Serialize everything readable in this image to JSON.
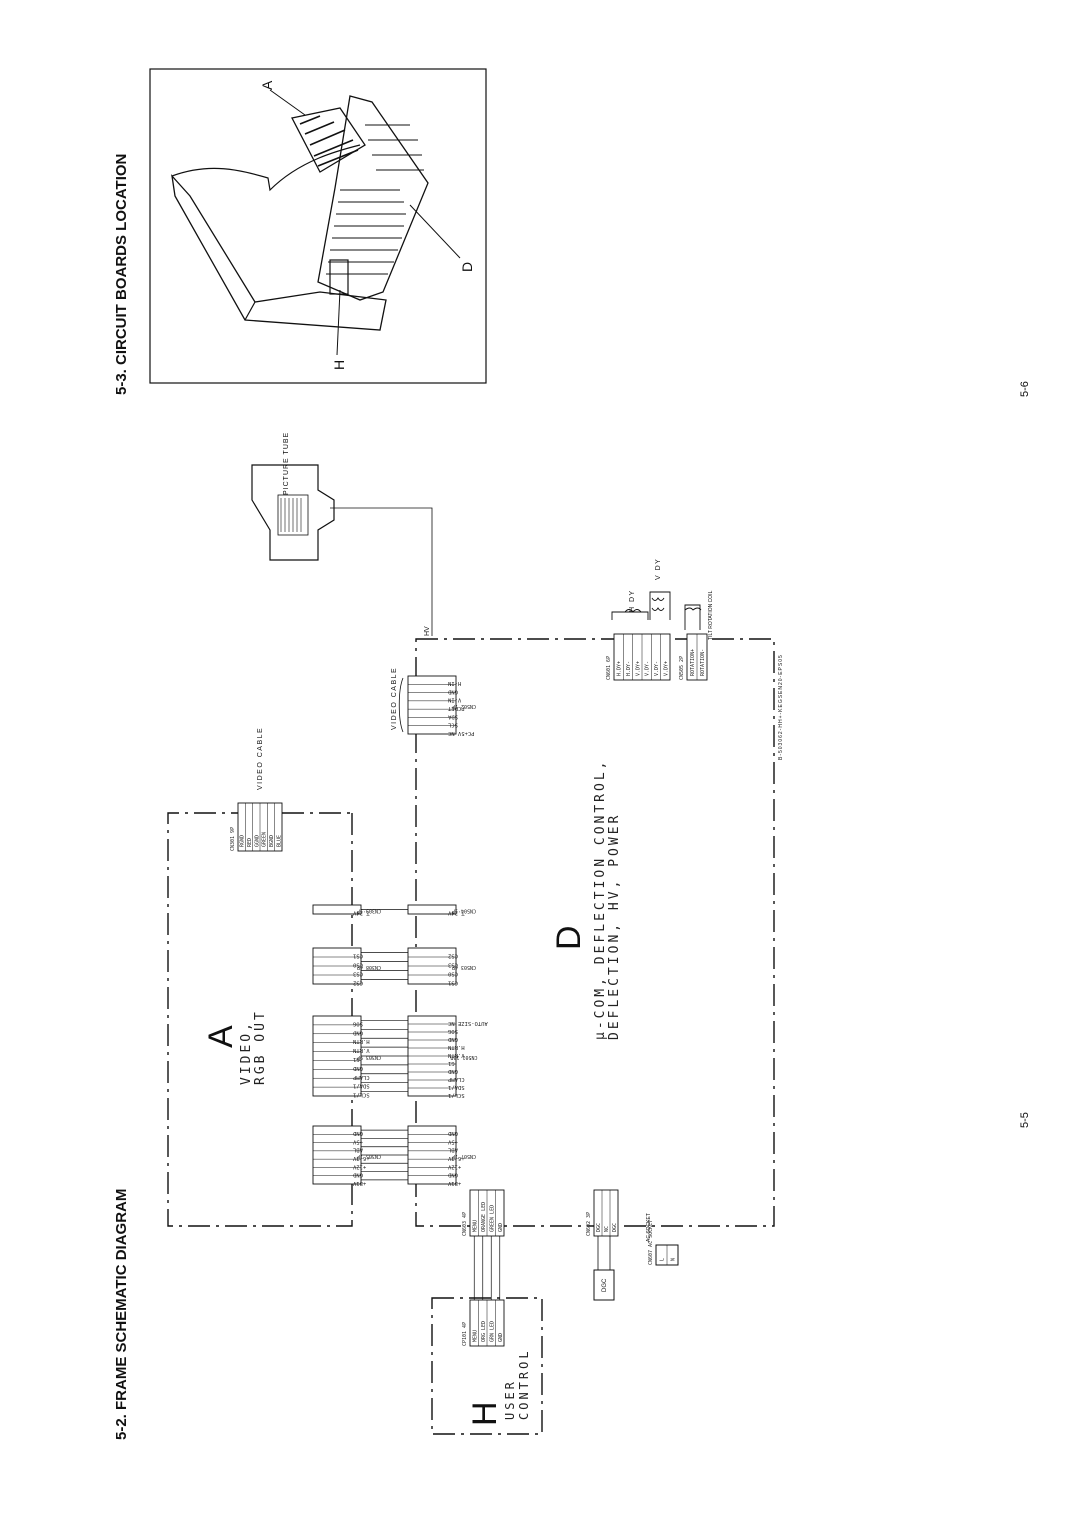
{
  "sections": {
    "frame_title": "5-2.  FRAME  SCHEMATIC  DIAGRAM",
    "location_title": "5-3.  CIRCUIT  BOARDS  LOCATION"
  },
  "page_numbers": {
    "left": "5-5",
    "right": "5-6"
  },
  "boards": {
    "A": {
      "letter": "A",
      "line1": "VIDEO,",
      "line2": "RGB OUT"
    },
    "D": {
      "letter": "D",
      "line1": "μ-COM, DEFLECTION CONTROL,",
      "line2": "DEFLECTION, HV, POWER"
    },
    "H": {
      "letter": "H",
      "line1": "USER",
      "line2": "CONTROL"
    }
  },
  "location_labels": {
    "A": "A",
    "D": "D",
    "H": "H"
  },
  "labels": {
    "video_cable_a": "VIDEO CABLE",
    "video_cable_d": "VIDEO CABLE",
    "picture_tube": "PICTURE TUBE",
    "hv": "HV",
    "h_dy": "H DY",
    "v_dy": "V DY",
    "tilt_coil": "TILT ROTATION COIL",
    "dgc": "DGC",
    "ac_socket": "AC SOCKET",
    "part_no": "B-503062-HH+-KEGSEN20-EPS05"
  },
  "connectors": {
    "cn301": {
      "name": "CN301 9P",
      "pins": [
        "RGND",
        "RED",
        "GGND",
        "GREEN",
        "BGND",
        "BLUE"
      ]
    },
    "cn309": {
      "name": "CN309 1P",
      "pins": [
        "T.24V"
      ]
    },
    "cn308": {
      "name": "CN308 4P",
      "pins": [
        "CS1",
        "CS0",
        "CS3",
        "CS2"
      ]
    },
    "cn303": {
      "name": "CN303 9P",
      "pins": [
        "SOG",
        "GND",
        "H.RTN",
        "V.RTN",
        "G1",
        "GND",
        "CLAMP",
        "SDA/1",
        "SCL/1"
      ]
    },
    "cn305": {
      "name": "CN305 7P",
      "pins": [
        "GND",
        "+5V",
        "ABL",
        "+6.3V",
        "+12V",
        "GND",
        "+81V"
      ]
    },
    "cn502": {
      "name": "CN502 7P",
      "pins": [
        "H-IN",
        "GND",
        "V-IN",
        "PCDET",
        "SDA",
        "SCL",
        "PC+5V NC"
      ]
    },
    "cn504": {
      "name": "CN504 1P",
      "pins": [
        "T.24V"
      ]
    },
    "cn503": {
      "name": "CN503 4P",
      "pins": [
        "CS2",
        "CS3",
        "CS0",
        "CS1"
      ]
    },
    "cn501": {
      "name": "CN501 10P",
      "pins": [
        "AUTO-SIZE NC",
        "SOG",
        "GND",
        "H.RTN",
        "V.RTN",
        "G1",
        "GND",
        "CLAMP",
        "SDA/1",
        "SCL/1"
      ]
    },
    "cn507": {
      "name": "CN507 7P",
      "pins": [
        "GND",
        "+5V",
        "ABL",
        "+6.3V",
        "+12V",
        "GND",
        "+81V"
      ]
    },
    "cn601": {
      "name": "CN601 6P",
      "pins": [
        "H.DY+",
        "H.DY-",
        "V.DY+",
        "V.DY-",
        "V.DY-",
        "V.DY+"
      ]
    },
    "cn505": {
      "name": "CN505 2P",
      "pins": [
        "ROTATION+",
        "ROTATION-"
      ]
    },
    "cn603": {
      "name": "CN603 4P",
      "pins": [
        "MENU",
        "ORANGE LED",
        "GREEN LED",
        "GND"
      ]
    },
    "cn602": {
      "name": "CN602 3P",
      "pins": [
        "DGC",
        "NC",
        "DGC"
      ]
    },
    "cn607": {
      "name": "CN607 AC SOCKET",
      "pins": [
        "L",
        "N"
      ]
    },
    "cp101": {
      "name": "CP101 4P",
      "pins": [
        "MENU",
        "ORG LED",
        "GRN LED",
        "GND"
      ]
    }
  }
}
